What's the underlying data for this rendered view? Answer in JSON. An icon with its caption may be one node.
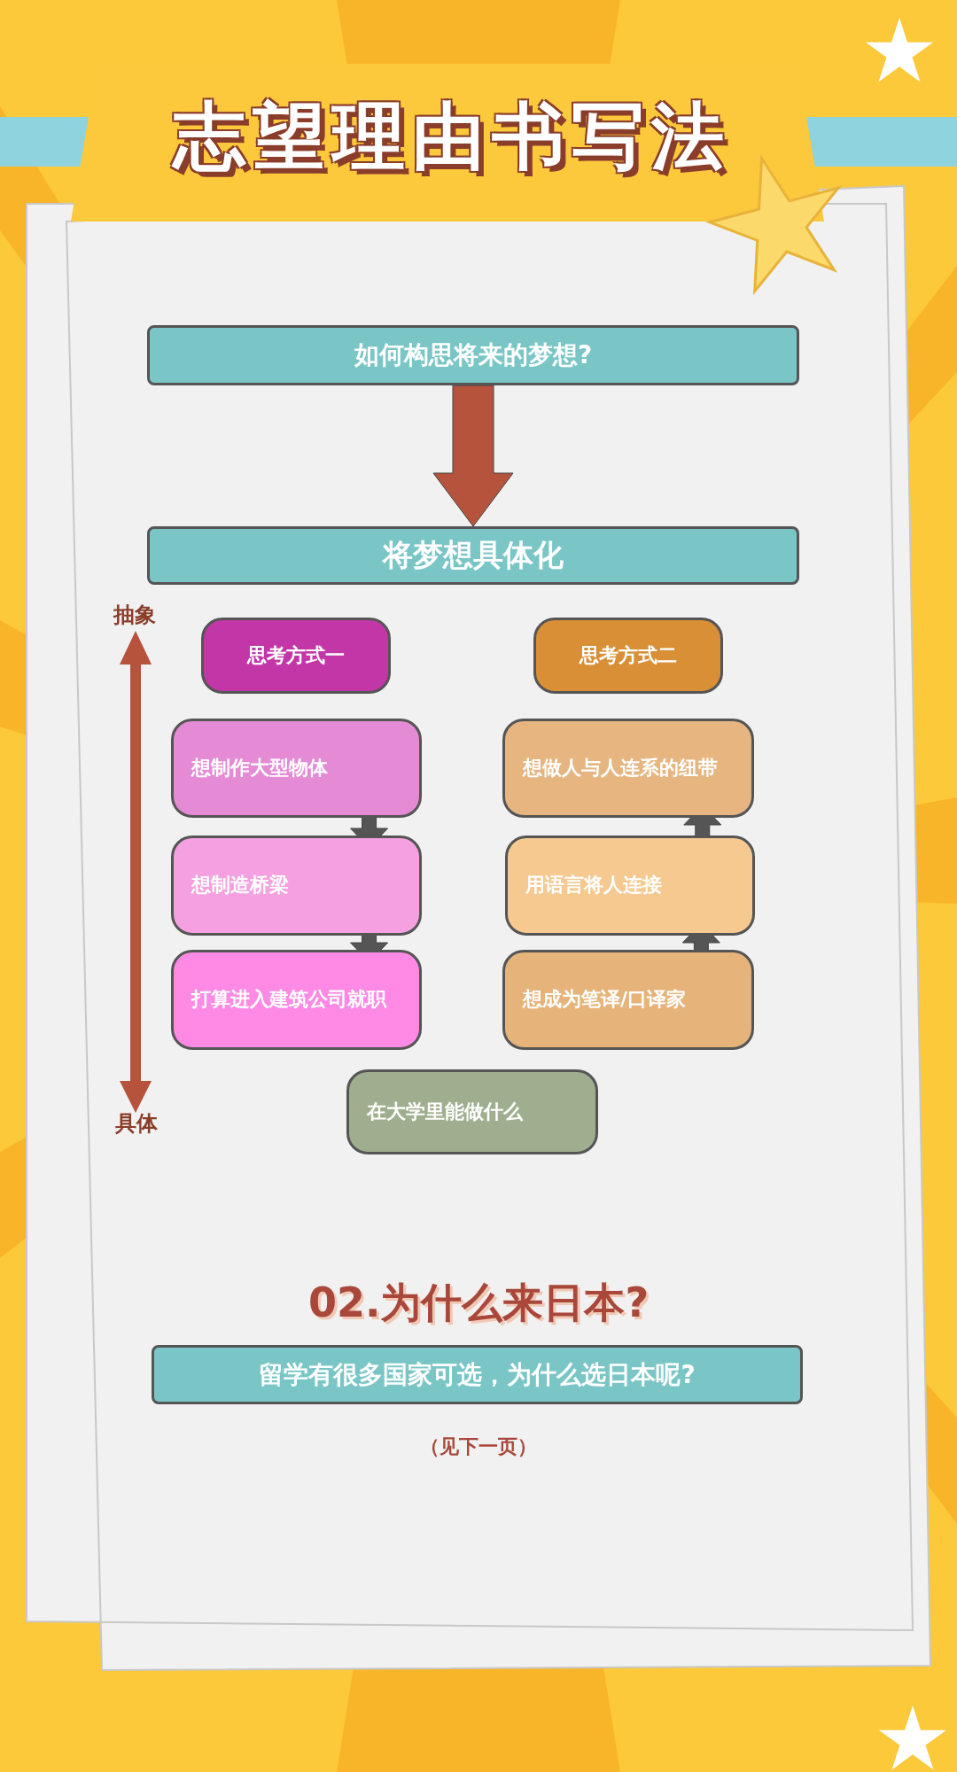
{
  "diagram": {
    "title": "志望理由书写法",
    "nodes": [
      {
        "text": [
          "如何构思将来的梦想?"
        ]
      },
      {
        "text": [
          "将梦想具体化"
        ]
      },
      {
        "text": [
          "思考方式一"
        ]
      },
      {
        "text": [
          "思考方式二"
        ]
      },
      {
        "text": [
          "想制作大型物体"
        ]
      },
      {
        "text": [
          "想制造桥梁"
        ]
      },
      {
        "text": [
          "打算进入建筑公司就职"
        ]
      },
      {
        "text": [
          "想做人与人连系的纽带"
        ]
      },
      {
        "text": [
          "用语言将人连接"
        ]
      },
      {
        "text": [
          "想成为笔译/口译家"
        ]
      },
      {
        "text": [
          "在大学里能做什么"
        ]
      },
      {
        "text": [
          "留学有很多国家可选，为什么选日本呢?"
        ]
      }
    ],
    "edges": [
      {
        "from": 0,
        "to": 1,
        "arrow": "to",
        "style": "thick",
        "color": "#b5533c"
      },
      {
        "from": 4,
        "to": 5,
        "arrow": "to",
        "style": "thick"
      },
      {
        "from": 5,
        "to": 6,
        "arrow": "to",
        "style": "thick"
      },
      {
        "from": 9,
        "to": 8,
        "arrow": "to",
        "style": "thick"
      },
      {
        "from": 8,
        "to": 7,
        "arrow": "to",
        "style": "thick"
      }
    ],
    "labels": [
      "抽象",
      "具体",
      "02.为什么来日本?",
      "（见下一页）"
    ]
  }
}
